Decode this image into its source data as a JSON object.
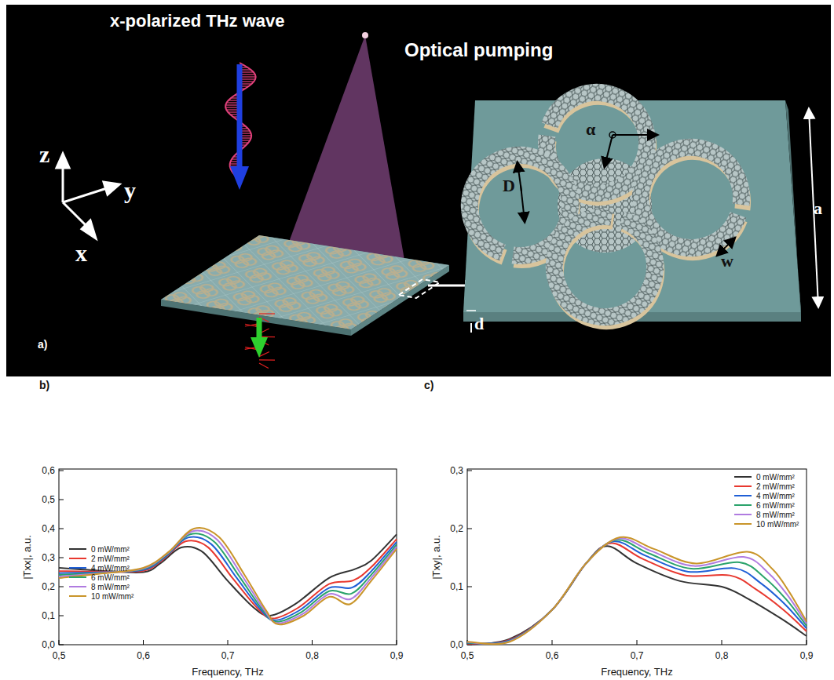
{
  "diagram": {
    "labels": [
      "x-polarized THz wave",
      "Optical pumping",
      "z",
      "y",
      "x",
      "a)",
      "α",
      "D",
      "w",
      "a",
      "d",
      "b)",
      "c)",
      "0,6",
      "0,5",
      "0,4",
      "0,3",
      "0,2",
      "0,1",
      "0,0",
      "0,5",
      "0,6",
      "0,7",
      "0,8",
      "0,9",
      "|Txx|, a.u.",
      "Frequency, THz",
      "0,3",
      "0,2",
      "0,1",
      "0,0",
      "0,5",
      "0,6",
      "0,7",
      "0,8",
      "0,9",
      "|Txy|, a.u.",
      "Frequency, THz"
    ],
    "legend": [
      {
        "text": "0 mW/mm²"
      },
      {
        "text": "2 mW/mm²"
      },
      {
        "text": "4 mW/mm²"
      },
      {
        "text": "6 mW/mm²"
      },
      {
        "text": "8 mW/mm²"
      },
      {
        "text": "10 mW/mm²"
      },
      {
        "text": "0 mW/mm²"
      },
      {
        "text": "2 mW/mm²"
      },
      {
        "text": "4 mW/mm²"
      },
      {
        "text": "6 mW/mm²"
      },
      {
        "text": "8 mW/mm²"
      },
      {
        "text": "10 mW/mm²"
      }
    ]
  }
}
